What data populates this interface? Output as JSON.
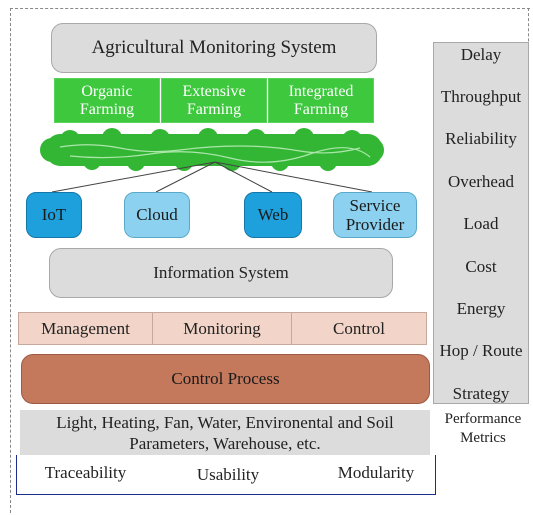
{
  "system_title": "Agricultural Monitoring System",
  "farming_types": [
    {
      "line1": "Organic",
      "line2": "Farming"
    },
    {
      "line1": "Extensive",
      "line2": "Farming"
    },
    {
      "line1": "Integrated",
      "line2": "Farming"
    }
  ],
  "nodes": [
    {
      "label": "IoT",
      "style": "dark"
    },
    {
      "label": "Cloud",
      "style": "light"
    },
    {
      "label": "Web",
      "style": "dark"
    },
    {
      "label_line1": "Service",
      "label_line2": "Provider",
      "style": "light"
    }
  ],
  "information_system": "Information System",
  "management_bar": [
    "Management",
    "Monitoring",
    "Control"
  ],
  "control_process": "Control Process",
  "parameters": {
    "line1": "Light, Heating, Fan, Water, Environental and Soil",
    "line2": "Parameters, Warehouse, etc."
  },
  "features": [
    "Traceability",
    "Usability",
    "Modularity"
  ],
  "performance_metrics": {
    "items": [
      "Delay",
      "Throughput",
      "Reliability",
      "Overhead",
      "Load",
      "Cost",
      "Energy",
      "Hop / Route",
      "Strategy"
    ],
    "caption_line1": "Performance",
    "caption_line2": "Metrics"
  },
  "colors": {
    "green": "#3dc83d",
    "cloud_green": "#33b633",
    "node_dark": "#1ea0dc",
    "node_light": "#8cd2f0",
    "pink": "#f2d5c8",
    "brown": "#c4785c",
    "gray": "#dcdcdc"
  }
}
